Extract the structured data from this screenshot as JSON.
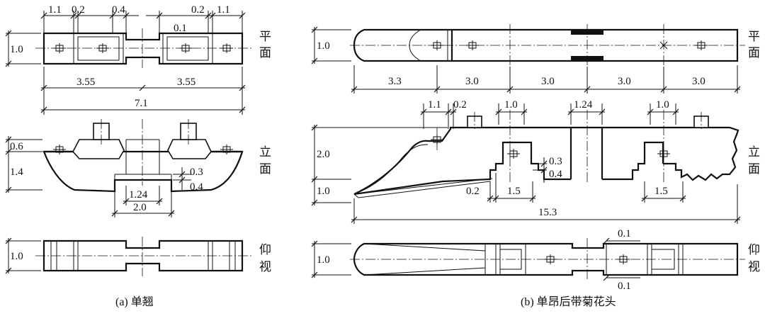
{
  "views": {
    "plan": [
      "平",
      "面"
    ],
    "elevation": [
      "立",
      "面"
    ],
    "bottom": [
      "仰",
      "视"
    ]
  },
  "captions": {
    "a": "(a) 单翘",
    "b": "(b) 单昂后带菊花头"
  },
  "dims_a": {
    "top": [
      "1.1",
      "0.2",
      "0.4",
      "0.2",
      "1.1"
    ],
    "inner": "0.1",
    "plan_width": "1.0",
    "halves": [
      "3.55",
      "3.55"
    ],
    "total": "7.1",
    "elev_left": [
      "0.6",
      "1.4"
    ],
    "elev_steps": [
      "0.3",
      "0.4"
    ],
    "elev_bottom": [
      "1.24",
      "2.0"
    ],
    "bottom_width": "1.0"
  },
  "dims_b": {
    "plan_width": "1.0",
    "plan_segments": [
      "3.3",
      "3.0",
      "3.0",
      "3.0",
      "3.0"
    ],
    "elev_top": [
      "1.1",
      "0.2",
      "1.0",
      "1.24",
      "1.0"
    ],
    "elev_left": [
      "2.0",
      "1.0"
    ],
    "elev_steps": [
      "0.3",
      "0.4"
    ],
    "elev_small": [
      "0.2",
      "1.5",
      "1.5"
    ],
    "total": "15.3",
    "bottom_gaps": [
      "0.1",
      "0.1"
    ],
    "bottom_width": "1.0"
  }
}
